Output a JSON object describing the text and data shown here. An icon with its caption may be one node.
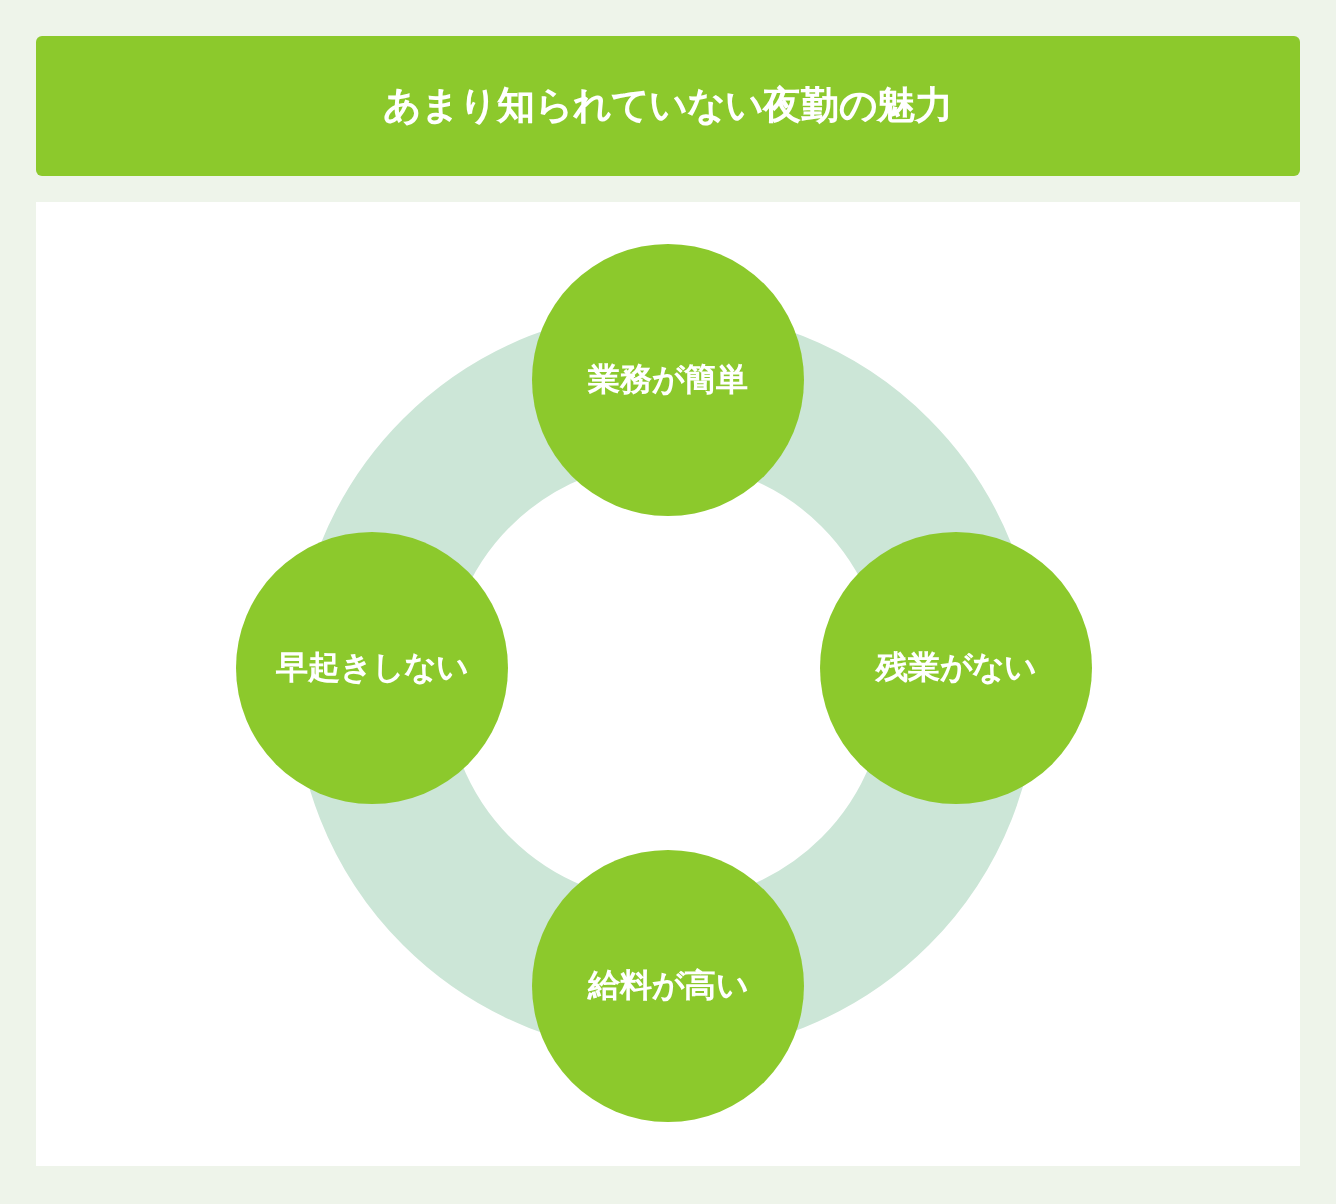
{
  "diagram": {
    "title": "あまり知られていない夜勤の魅力",
    "nodes": [
      {
        "text": [
          "業務が簡単"
        ]
      },
      {
        "text": [
          "早起きしない"
        ]
      },
      {
        "text": [
          "残業がない"
        ]
      },
      {
        "text": [
          "給料が高い"
        ]
      }
    ],
    "edges": []
  }
}
